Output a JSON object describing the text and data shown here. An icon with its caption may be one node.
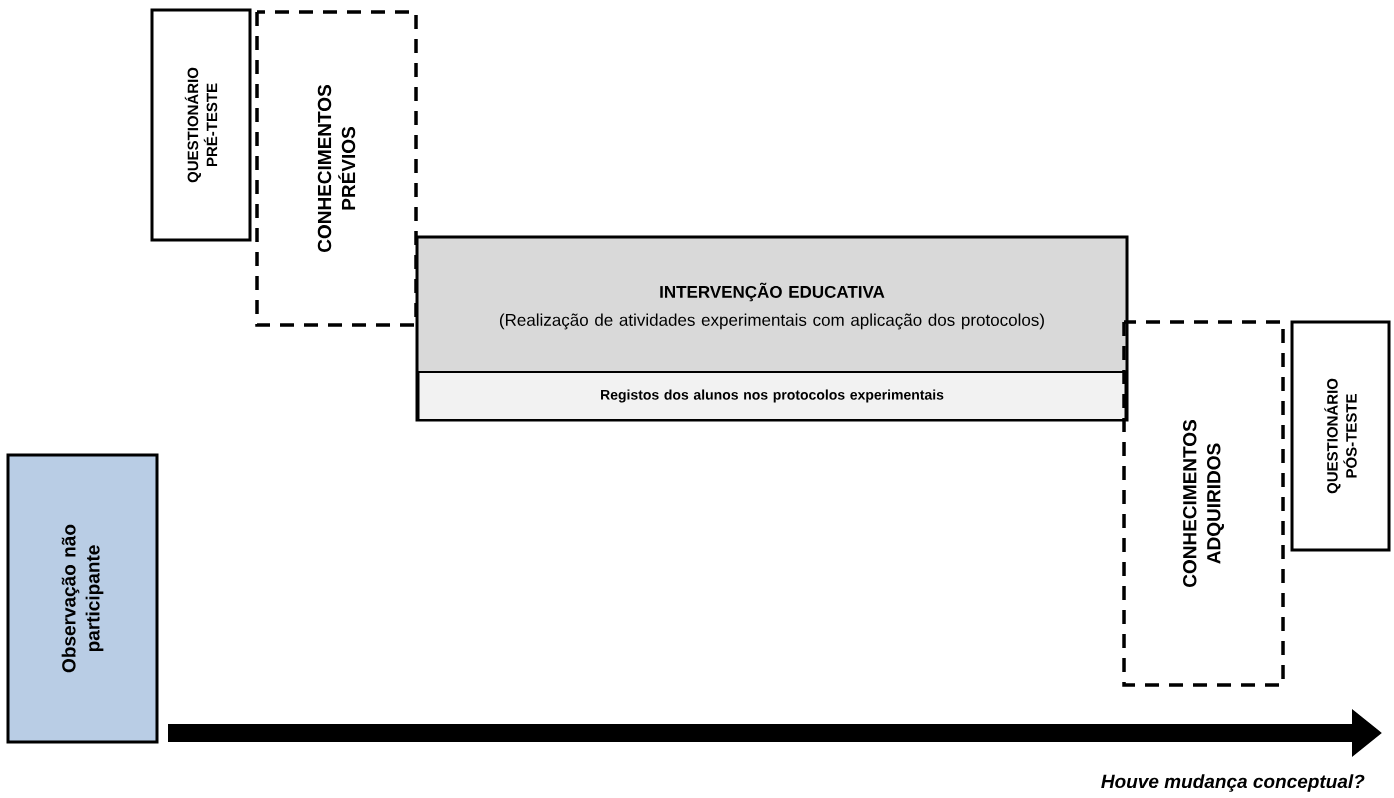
{
  "diagram": {
    "nodes": [
      {
        "text": [
          "QUESTIONÁRIO PRÉ-TESTE"
        ]
      },
      {
        "text": [
          "CONHECIMENTOS PRÉVIOS"
        ]
      },
      {
        "text": [
          "INTERVENÇÃO EDUCATIVA",
          "(Realização de atividades experimentais com aplicação dos protocolos)"
        ]
      },
      {
        "text": [
          "Registos dos alunos nos protocolos experimentais"
        ],
        "in": 2
      },
      {
        "text": [
          "CONHECIMENTOS ADQUIRIDOS"
        ]
      },
      {
        "text": [
          "QUESTIONÁRIO PÓS-TESTE"
        ]
      },
      {
        "text": [
          "Observação não participante"
        ]
      }
    ],
    "labels": [
      "Houve mudança conceptual?"
    ]
  }
}
